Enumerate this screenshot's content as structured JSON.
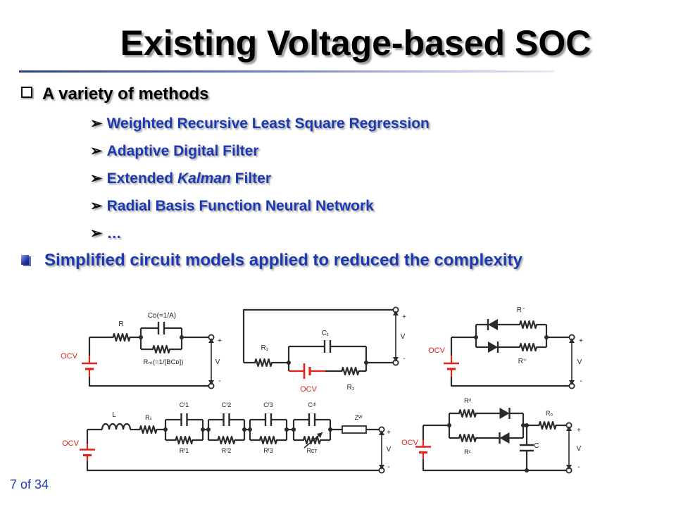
{
  "slide": {
    "title": "Existing Voltage-based SOC",
    "bullet_main": "A variety of methods",
    "methods": [
      "Weighted Recursive Least Square Regression",
      "Adaptive Digital Filter",
      "Kalman",
      "Radial Basis Function Neural Network",
      "…"
    ],
    "method_extended_prefix": "Extended ",
    "method_extended_suffix": " Filter",
    "bullet_circuits": "Simplified circuit models applied to reduced the complexity",
    "page_number": "7 of 34"
  },
  "colors": {
    "accent_blue": "#1d39b2",
    "wire": "#2b2b2b",
    "ocv_red": "#e0231b"
  },
  "circuits": {
    "c1": {
      "ocv": "OCV",
      "r": "R",
      "cd": "Cᴅ(=1/A)",
      "rct": "Rₙₜ(=1/[BCᴅ])",
      "v": "V",
      "plus": "+",
      "minus": "-"
    },
    "c2": {
      "ocv": "OCV",
      "r2": "R₂",
      "c1": "C₁",
      "r2b": "R₂",
      "v": "V",
      "plus": "+",
      "minus": "-"
    },
    "c3": {
      "ocv": "OCV",
      "rminus": "R⁻",
      "rplus": "R⁺",
      "v": "V",
      "plus": "+",
      "minus": "-"
    },
    "c4": {
      "ocv": "OCV",
      "l": "L",
      "rs": "Rₛ",
      "cf1": "Cᶠ1",
      "cf2": "Cᶠ2",
      "cf3": "Cᶠ3",
      "cdl": "Cᵈˡ",
      "zw": "Zᵂ",
      "rf1": "Rᶠ1",
      "rf2": "Rᶠ2",
      "rf3": "Rᶠ3",
      "rct": "Rᴄᴛ",
      "v": "V",
      "plus": "+",
      "minus": "-"
    },
    "c5": {
      "ocv": "OCV",
      "rd": "Rᵈ",
      "rc": "Rᶜ",
      "ro": "Rₒ",
      "c": "C",
      "v": "V",
      "plus": "+",
      "minus": "-"
    }
  }
}
